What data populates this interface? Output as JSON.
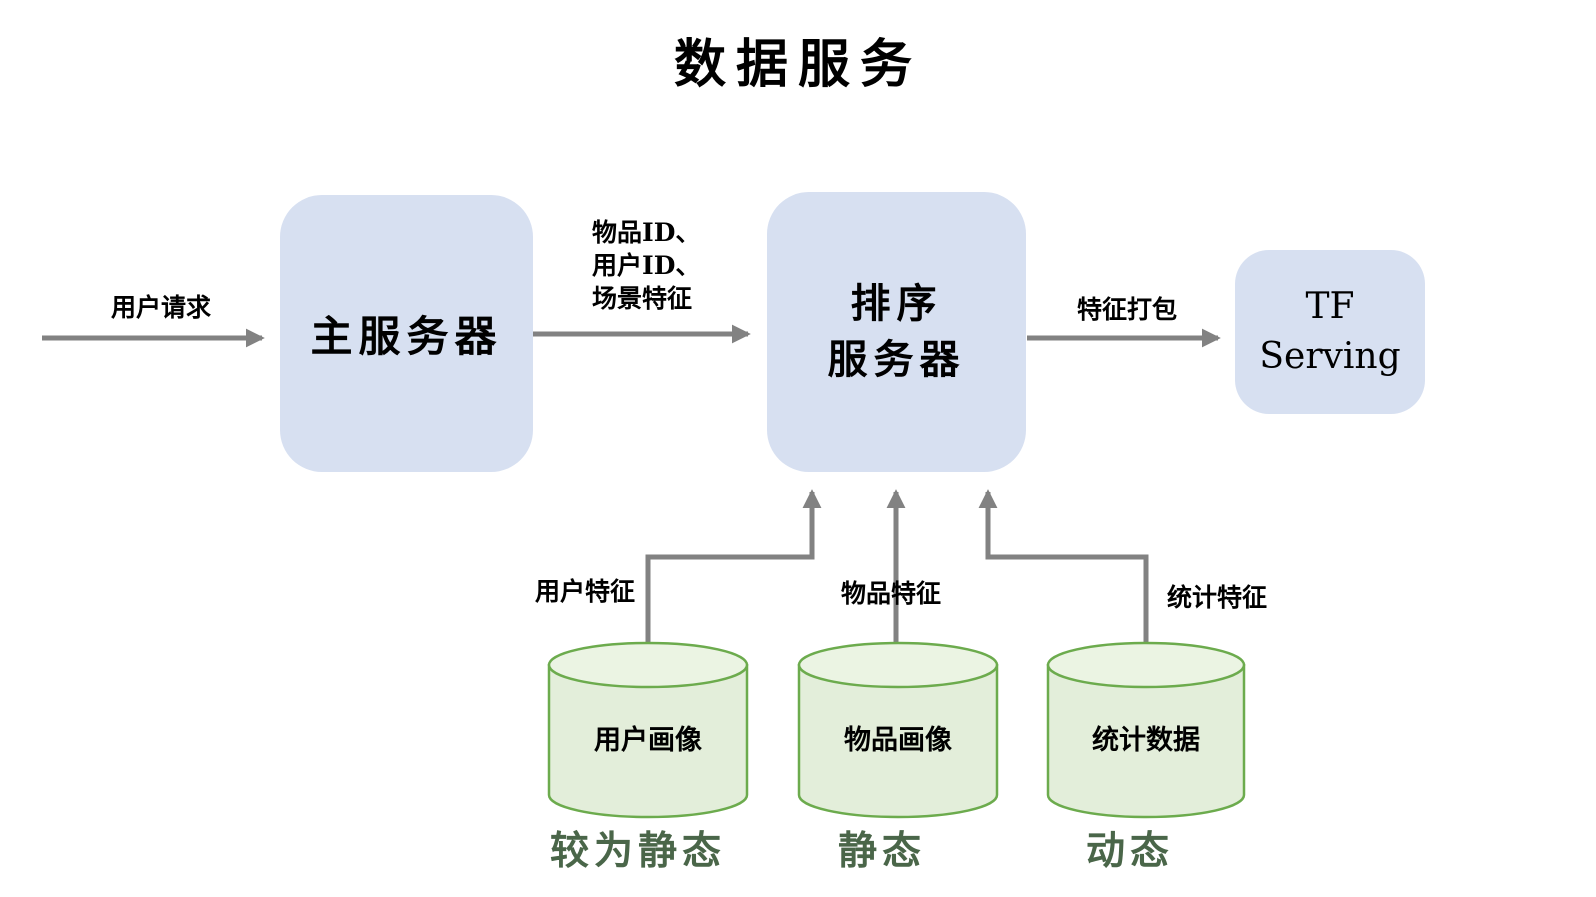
{
  "title": "数据服务",
  "nodes": {
    "main_server": {
      "label": "主服务器"
    },
    "ranking_server": {
      "line1": "排序",
      "line2": "服务器"
    },
    "tf_serving": {
      "line1": "TF",
      "line2": "Serving"
    }
  },
  "edges": {
    "user_request": {
      "label": "用户请求"
    },
    "ids_features": {
      "lines": [
        "物品ID、",
        "用户ID、",
        "场景特征"
      ]
    },
    "feature_pack": {
      "label": "特征打包"
    },
    "user_features": {
      "label": "用户特征"
    },
    "item_features": {
      "label": "物品特征"
    },
    "stat_features": {
      "label": "统计特征"
    }
  },
  "databases": [
    {
      "label": "用户画像",
      "caption": "较为静态"
    },
    {
      "label": "物品画像",
      "caption": "静态"
    },
    {
      "label": "统计数据",
      "caption": "动态"
    }
  ],
  "colors": {
    "node_fill": "#d7e0f1",
    "cylinder_fill": "#e3eeda",
    "cylinder_top_fill": "#ebf4e3",
    "cylinder_stroke": "#6cab4d",
    "arrow": "#828282",
    "caption_text": "#4a6649",
    "text": "#000000",
    "background": "#ffffff"
  }
}
